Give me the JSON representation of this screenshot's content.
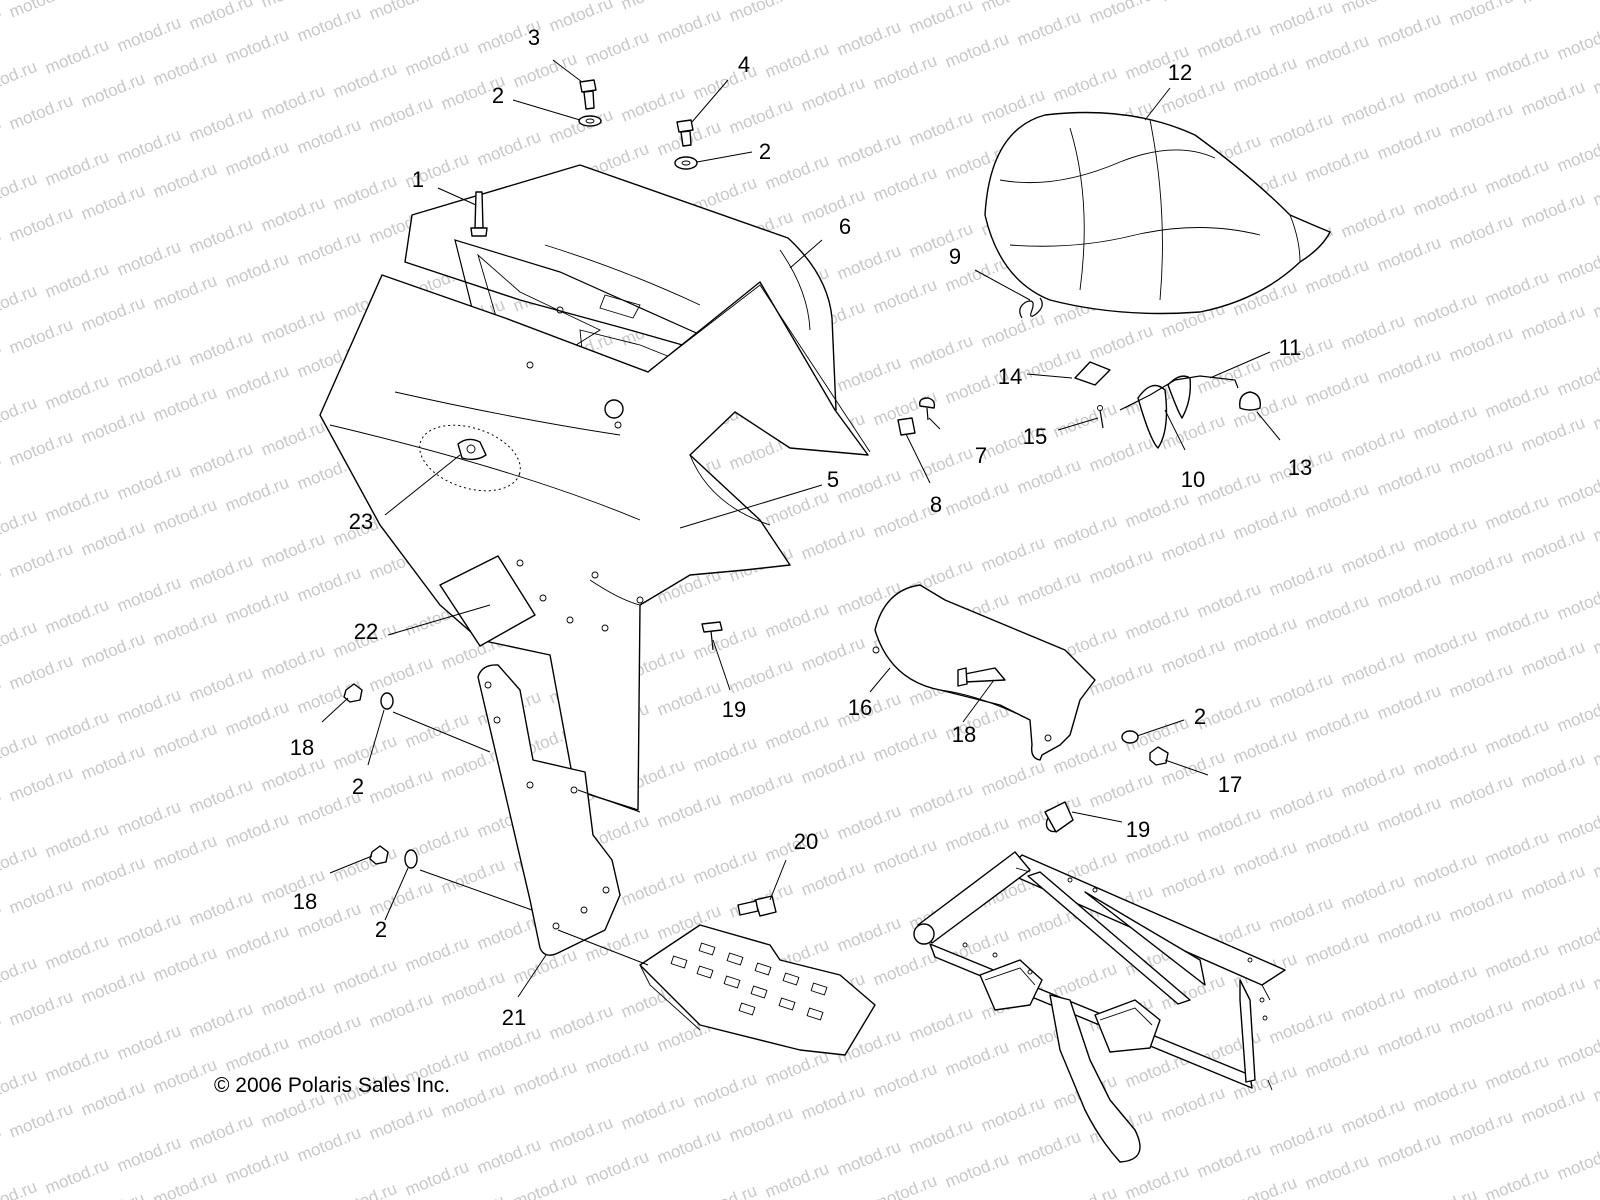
{
  "watermark": "motod.ru",
  "copyright": "© 2006 Polaris Sales Inc.",
  "callouts": {
    "c1": "1",
    "c2a": "2",
    "c2b": "2",
    "c2c": "2",
    "c2d": "2",
    "c2e": "2",
    "c3": "3",
    "c4": "4",
    "c5": "5",
    "c6": "6",
    "c7": "7",
    "c8": "8",
    "c9": "9",
    "c10": "10",
    "c11": "11",
    "c12": "12",
    "c13": "13",
    "c14": "14",
    "c15": "15",
    "c16": "16",
    "c17": "17",
    "c18a": "18",
    "c18b": "18",
    "c18c": "18",
    "c19a": "19",
    "c19b": "19",
    "c20": "20",
    "c21": "21",
    "c22": "22",
    "c23": "23"
  },
  "colors": {
    "line": "#000000",
    "watermark": "#c8c8c8",
    "background": "#ffffff"
  }
}
